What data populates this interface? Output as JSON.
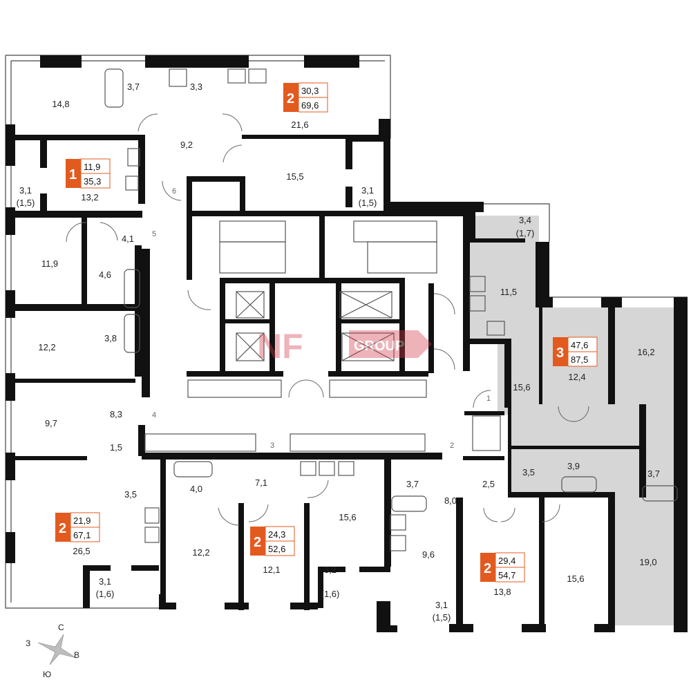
{
  "brand": {
    "logo_main": "NF",
    "logo_sub": "GROUP",
    "accent": "#e35a1f",
    "watermark": "#d33b4a"
  },
  "colors": {
    "wall": "#111111",
    "gray_fill": "#d6d6d6",
    "fixture": "#555555"
  },
  "apartments": [
    {
      "id": "apt-top",
      "rooms": "2",
      "living": "30,3",
      "total": "69,6"
    },
    {
      "id": "apt-1",
      "rooms": "1",
      "living": "11,9",
      "total": "35,3"
    },
    {
      "id": "apt-3",
      "rooms": "3",
      "living": "47,6",
      "total": "87,5"
    },
    {
      "id": "apt-left",
      "rooms": "2",
      "living": "21,9",
      "total": "67,1"
    },
    {
      "id": "apt-mid",
      "rooms": "2",
      "living": "24,3",
      "total": "52,6"
    },
    {
      "id": "apt-right",
      "rooms": "2",
      "living": "29,4",
      "total": "54,7"
    }
  ],
  "rooms": [
    "14,8",
    "3,7",
    "3,3",
    "21,6",
    "9,2",
    "15,5",
    "3,1",
    "(1,5)",
    "3,1",
    "(1,5)",
    "13,2",
    "3,4",
    "(1,7)",
    "11,5",
    "11,9",
    "4,1",
    "4,6",
    "12,2",
    "3,8",
    "15,6",
    "12,4",
    "16,2",
    "9,7",
    "8,3",
    "1,5",
    "3,5",
    "7,1",
    "4,0",
    "3,5",
    "3,9",
    "3,7",
    "3,7",
    "2,5",
    "8,0",
    "26,5",
    "12,2",
    "12,1",
    "15,6",
    "9,6",
    "3,1",
    "(1,6)",
    "3,2",
    "(1,6)",
    "3,1",
    "(1,5)",
    "13,8",
    "15,6",
    "19,0"
  ],
  "stairs": [
    "6",
    "5",
    "4",
    "1",
    "3",
    "2"
  ],
  "compass": {
    "north": "С",
    "east": "В",
    "south": "Ю",
    "west": "З"
  }
}
